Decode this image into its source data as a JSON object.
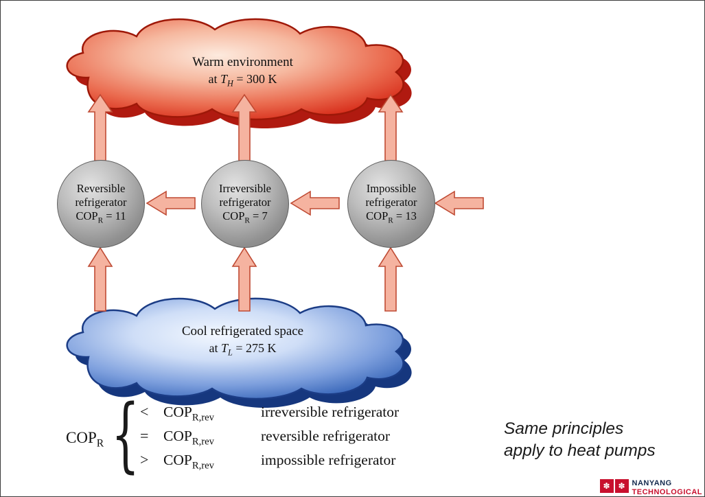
{
  "diagram": {
    "warm_cloud": {
      "line1": "Warm environment",
      "prefix": "at ",
      "temp_var": "T",
      "temp_sub": "H",
      "temp_value": " = 300 K"
    },
    "cool_cloud": {
      "line1": "Cool refrigerated space",
      "prefix": "at ",
      "temp_var": "T",
      "temp_sub": "L",
      "temp_value": " = 275 K"
    },
    "refrigerators": [
      {
        "line1": "Reversible",
        "line2": "refrigerator",
        "cop_label": "COP",
        "cop_sub": "R",
        "cop_value": " = 11"
      },
      {
        "line1": "Irreversible",
        "line2": "refrigerator",
        "cop_label": "COP",
        "cop_sub": "R",
        "cop_value": " = 7"
      },
      {
        "line1": "Impossible",
        "line2": "refrigerator",
        "cop_label": "COP",
        "cop_sub": "R",
        "cop_value": " = 13"
      }
    ]
  },
  "equation": {
    "lhs_label": "COP",
    "lhs_sub": "R",
    "brace": "{",
    "rows": [
      {
        "op": "<",
        "cop_label": "COP",
        "cop_sub": "R,rev",
        "desc": "irreversible refrigerator"
      },
      {
        "op": "=",
        "cop_label": "COP",
        "cop_sub": "R,rev",
        "desc": "reversible refrigerator"
      },
      {
        "op": ">",
        "cop_label": "COP",
        "cop_sub": "R,rev",
        "desc": "impossible refrigerator"
      }
    ]
  },
  "note": {
    "line1": "Same principles",
    "line2": "apply to heat pumps"
  },
  "logo": {
    "line1": "NANYANG",
    "line2": "TECHNOLOGICAL",
    "emblem_glyph": "✽"
  },
  "colors": {
    "warm_cloud": "#d42312",
    "cool_cloud": "#2f5fb4",
    "arrow_fill": "#f5b3a0",
    "arrow_stroke": "#bf4a33",
    "circle_gray": "#9a9a9a"
  }
}
